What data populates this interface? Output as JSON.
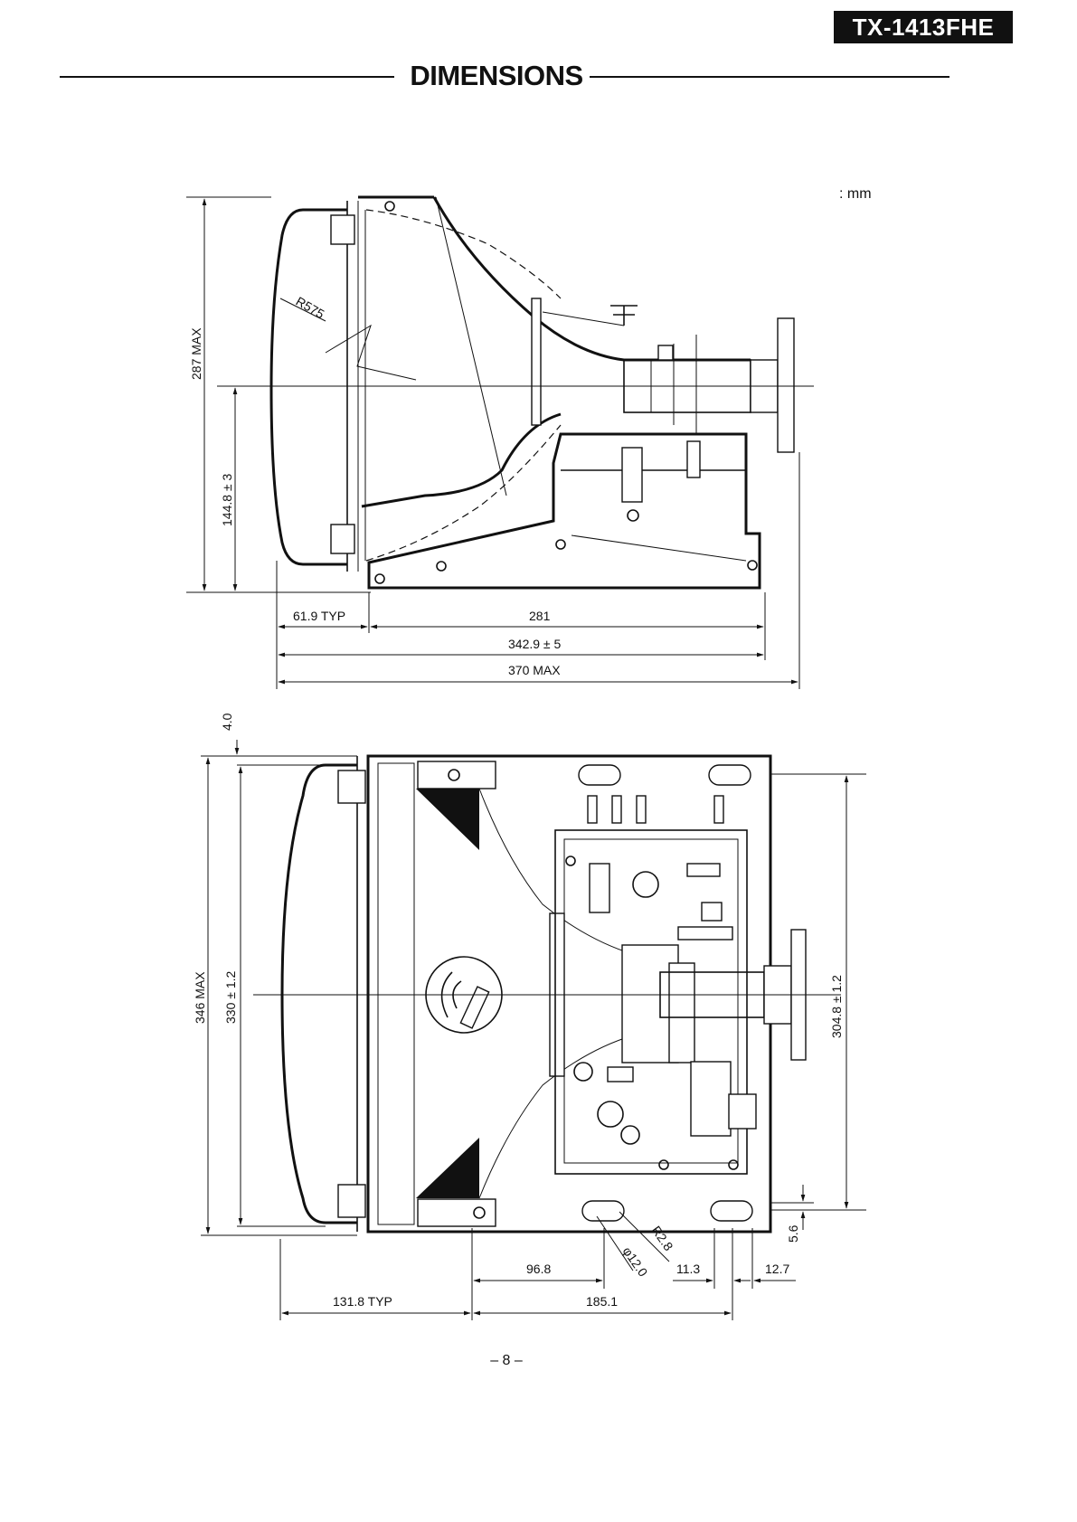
{
  "header": {
    "model": "TX-1413FHE",
    "title": "DIMENSIONS",
    "unit": ": mm"
  },
  "side_view": {
    "height_max": "287 MAX",
    "center_height": "144.8 ± 3",
    "front_offset": "61.9 TYP",
    "cabinet_depth": "281",
    "overall_depth": "342.9 ± 5",
    "max_depth": "370 MAX",
    "radius": "R575"
  },
  "top_view": {
    "flange": "4.0",
    "width_max": "346 MAX",
    "width": "330 ± 1.2",
    "mount_span": "304.8 ± 1.2",
    "hole_offset": "5.6",
    "hole_diameter": "φ12.0",
    "hole_radius": "R2.8",
    "hole_spacing_a": "96.8",
    "hole_spacing_b": "11.3",
    "hole_spacing_c": "12.7",
    "front_offset": "131.8 TYP",
    "mount_depth": "185.1"
  },
  "footer": {
    "page": "– 8 –"
  }
}
